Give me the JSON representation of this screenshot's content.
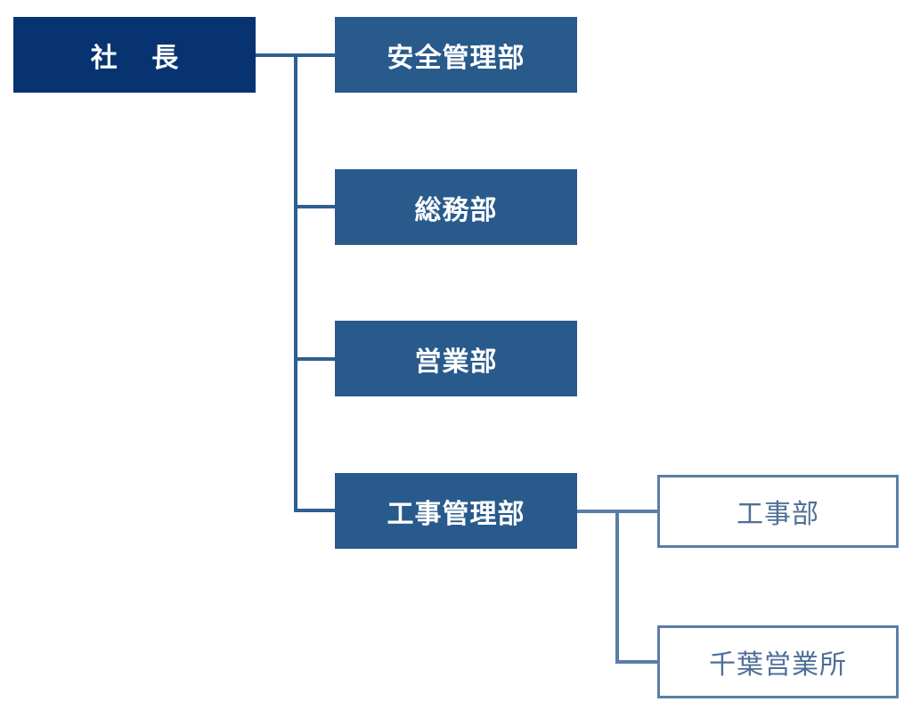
{
  "colors": {
    "root_fill": "#073470",
    "dept_fill": "#285a8c",
    "sub_border": "#5a7ea6",
    "sub_text": "#4f6f97",
    "line_main": "#2f5f91",
    "line_sub": "#5a7ea6"
  },
  "org": {
    "root": {
      "label": "社 長"
    },
    "departments": [
      {
        "label": "安全管理部"
      },
      {
        "label": "総務部"
      },
      {
        "label": "営業部"
      },
      {
        "label": "工事管理部"
      }
    ],
    "sub_units": [
      {
        "label": "工事部"
      },
      {
        "label": "千葉営業所"
      }
    ]
  }
}
